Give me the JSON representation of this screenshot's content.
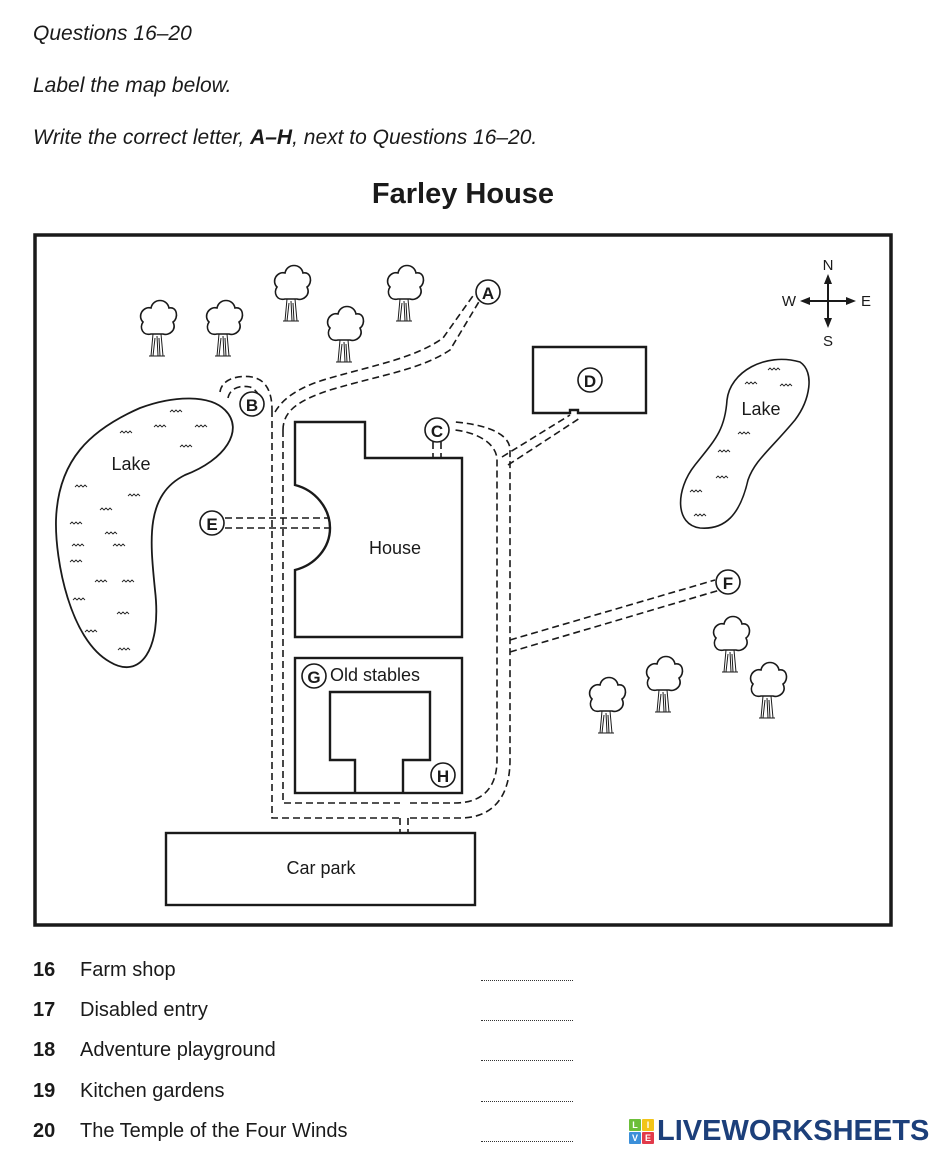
{
  "instructions": {
    "heading": "Questions 16–20",
    "line1": "Label the map below.",
    "line2_pre": "Write the correct letter, ",
    "line2_bold": "A–H",
    "line2_post": ", next to Questions 16–20."
  },
  "map": {
    "title": "Farley House",
    "compass": {
      "n": "N",
      "s": "S",
      "e": "E",
      "w": "W"
    },
    "features": {
      "lake_west": "Lake",
      "lake_east": "Lake",
      "house": "House",
      "old_stables": "Old stables",
      "car_park": "Car park"
    },
    "markers": [
      "A",
      "B",
      "C",
      "D",
      "E",
      "F",
      "G",
      "H"
    ]
  },
  "questions": [
    {
      "number": "16",
      "label": "Farm shop",
      "answer": ""
    },
    {
      "number": "17",
      "label": "Disabled entry",
      "answer": ""
    },
    {
      "number": "18",
      "label": "Adventure playground",
      "answer": ""
    },
    {
      "number": "19",
      "label": "Kitchen gardens",
      "answer": ""
    },
    {
      "number": "20",
      "label": "The Temple of the Four Winds",
      "answer": ""
    }
  ],
  "logo": {
    "text": "LIVEWORKSHEETS",
    "tiles": [
      {
        "letter": "L",
        "color": "#6cbf3a"
      },
      {
        "letter": "I",
        "color": "#f2c418"
      },
      {
        "letter": "V",
        "color": "#3b8fd9"
      },
      {
        "letter": "E",
        "color": "#e23a4a"
      }
    ]
  }
}
